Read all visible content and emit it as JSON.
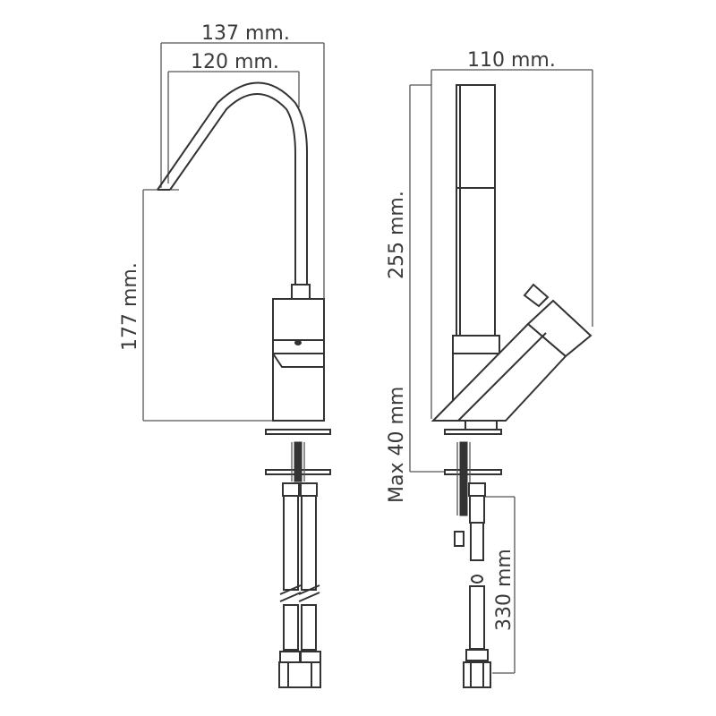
{
  "dimensions": {
    "side_width_overall": "137 mm.",
    "side_width_spout": "120 mm.",
    "side_height": "177 mm.",
    "front_width": "110 mm.",
    "front_height": "255 mm.",
    "counter_max": "Max 40 mm",
    "hose_length": "330 mm"
  }
}
